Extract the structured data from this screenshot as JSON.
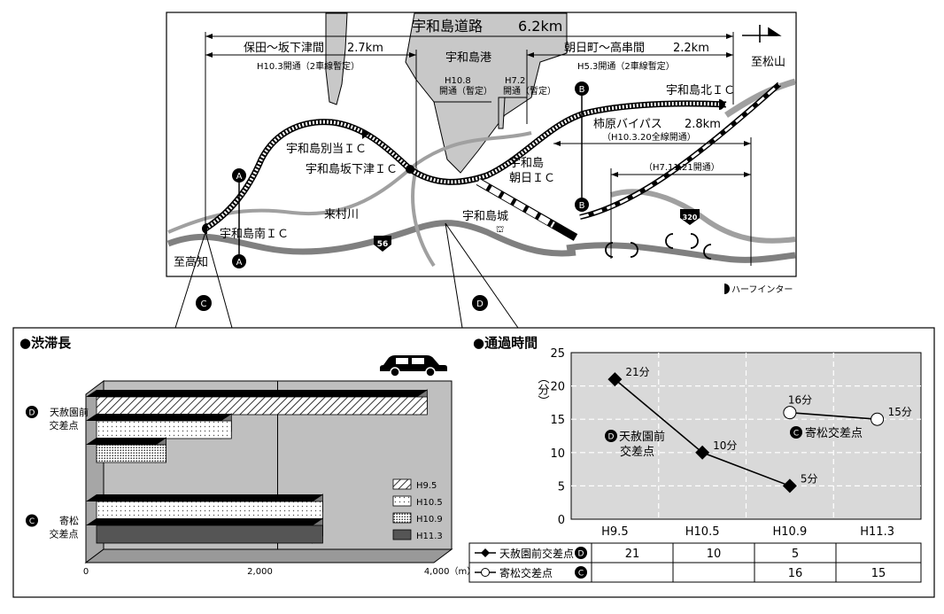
{
  "map": {
    "title": "宇和島道路",
    "title_length": "6.2km",
    "section_left": {
      "name": "保田～坂下津間",
      "length": "2.7km",
      "note": "H10.3開通（2車線暫定）"
    },
    "section_right": {
      "name": "朝日町～高串間",
      "length": "2.2km",
      "note": "H5.3開通（2車線暫定）"
    },
    "mid_note_1": {
      "date": "H10.8",
      "text": "開通（暫定）"
    },
    "mid_note_2": {
      "date": "H7.2",
      "text": "開通（暫定）"
    },
    "port": "宇和島港",
    "to_matsuyama": "至松山",
    "to_kochi": "至高知",
    "ic_kita": "宇和島北ＩＣ",
    "ic_betto": "宇和島別当ＩＣ",
    "ic_sakashita": "宇和島坂下津ＩＣ",
    "ic_asahi_1": "宇和島",
    "ic_asahi_2": "朝日ＩＣ",
    "ic_minami": "宇和島南ＩＣ",
    "river": "来村川",
    "castle": "宇和島城",
    "bypass": {
      "name": "柿原バイパス",
      "length": "2.8km",
      "note": "（H10.3.20全線開通）"
    },
    "bypass_partial": "（H7.11.21開通）",
    "route_56": "56",
    "route_320": "320",
    "legend_half": "ハーフインター",
    "markers": {
      "a": "A",
      "b": "B",
      "c": "C",
      "d": "D"
    }
  },
  "colors": {
    "road": "#808080",
    "map_bg": "#ffffff",
    "chart_bg": "#d9d9d9",
    "frame": "#000000"
  },
  "chart_data": [
    {
      "type": "bar",
      "title": "●渋滞長",
      "unit": "（m）",
      "xlim": [
        0,
        4000
      ],
      "ticks": [
        0,
        2000,
        4000
      ],
      "tick_labels": [
        "0",
        "2,000",
        "4,000（m）"
      ],
      "groups": [
        {
          "marker": "D",
          "label_1": "天赦園前",
          "label_2": "交差点",
          "bars": [
            {
              "series": "H9.5",
              "value": 3800
            },
            {
              "series": "H10.5",
              "value": 1550
            },
            {
              "series": "H10.9",
              "value": 800
            }
          ]
        },
        {
          "marker": "C",
          "label_1": "寄松",
          "label_2": "交差点",
          "bars": [
            {
              "series": "H10.5",
              "value": 2600
            },
            {
              "series": "H11.3",
              "value": 2600
            }
          ]
        }
      ],
      "legend": [
        "H9.5",
        "H10.5",
        "H10.9",
        "H11.3"
      ]
    },
    {
      "type": "line",
      "title": "●通過時間",
      "ylabel": "（分）",
      "ylim": [
        0,
        25
      ],
      "yticks": [
        "0",
        "5",
        "10",
        "15",
        "20",
        "25"
      ],
      "categories": [
        "H9.5",
        "H10.5",
        "H10.9",
        "H11.3"
      ],
      "series": [
        {
          "name": "天赦園前交差点",
          "marker_letter": "D",
          "label_1": "天赦園前",
          "label_2": "交差点",
          "values": [
            21,
            10,
            5,
            null
          ],
          "labels": [
            "21分",
            "10分",
            "5分",
            ""
          ]
        },
        {
          "name": "寄松交差点",
          "marker_letter": "C",
          "label_1": "寄松交差点",
          "values": [
            null,
            null,
            16,
            15
          ],
          "labels": [
            "",
            "",
            "16分",
            "15分"
          ]
        }
      ],
      "table": [
        {
          "name": "天赦園前交差点",
          "cells": [
            "21",
            "10",
            "5",
            ""
          ]
        },
        {
          "name": "寄松交差点",
          "cells": [
            "",
            "",
            "16",
            "15"
          ]
        }
      ]
    }
  ]
}
